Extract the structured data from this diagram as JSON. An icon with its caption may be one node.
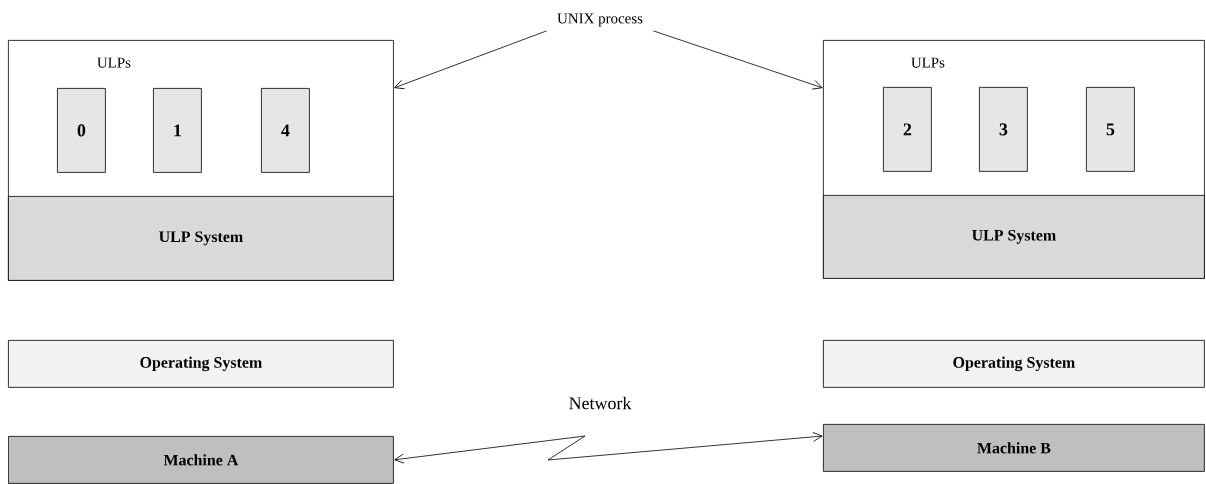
{
  "diagram": {
    "nodes": [
      {
        "text": [
          "ULPs"
        ]
      },
      {
        "text": [
          "0"
        ],
        "in": 0
      },
      {
        "text": [
          "1"
        ],
        "in": 0
      },
      {
        "text": [
          "4"
        ],
        "in": 0
      },
      {
        "text": [
          "ULP System"
        ],
        "in": 0
      },
      {
        "text": [
          "UNIX process"
        ]
      },
      {
        "text": [
          "ULPs"
        ]
      },
      {
        "text": [
          "2"
        ],
        "in": 6
      },
      {
        "text": [
          "3"
        ],
        "in": 6
      },
      {
        "text": [
          "5"
        ],
        "in": 6
      },
      {
        "text": [
          "ULP System"
        ],
        "in": 6
      },
      {
        "text": [
          "Operating System"
        ]
      },
      {
        "text": [
          "Operating System"
        ]
      },
      {
        "text": [
          "Machine A"
        ]
      },
      {
        "text": [
          "Machine B"
        ]
      }
    ],
    "edges": [
      {
        "from": 5,
        "to": 0,
        "arrow": "to"
      },
      {
        "from": 5,
        "to": 6,
        "arrow": "to"
      },
      {
        "from": 13,
        "to": 14,
        "arrow": "both",
        "label": "Network"
      }
    ]
  }
}
